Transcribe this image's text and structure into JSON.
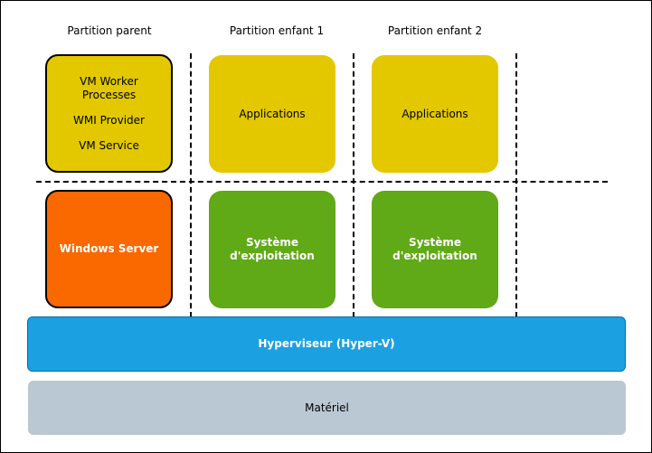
{
  "columns": {
    "parent": "Partition parent",
    "child1": "Partition enfant 1",
    "child2": "Partition enfant 2"
  },
  "parent_box": {
    "line1": "VM Worker",
    "line2": "Processes",
    "line3": "WMI Provider",
    "line4": "VM Service"
  },
  "apps": {
    "child1": "Applications",
    "child2": "Applications"
  },
  "os": {
    "parent": "Windows Server",
    "child1_line1": "Système",
    "child1_line2": "d'exploitation",
    "child2_line1": "Système",
    "child2_line2": "d'exploitation"
  },
  "hypervisor": "Hyperviseur (Hyper-V)",
  "hardware": "Matériel",
  "colors": {
    "yellow": "#e3c800",
    "orange": "#fa6800",
    "green": "#60a917",
    "blue": "#1ba1e2",
    "gray": "#bac8d3"
  }
}
